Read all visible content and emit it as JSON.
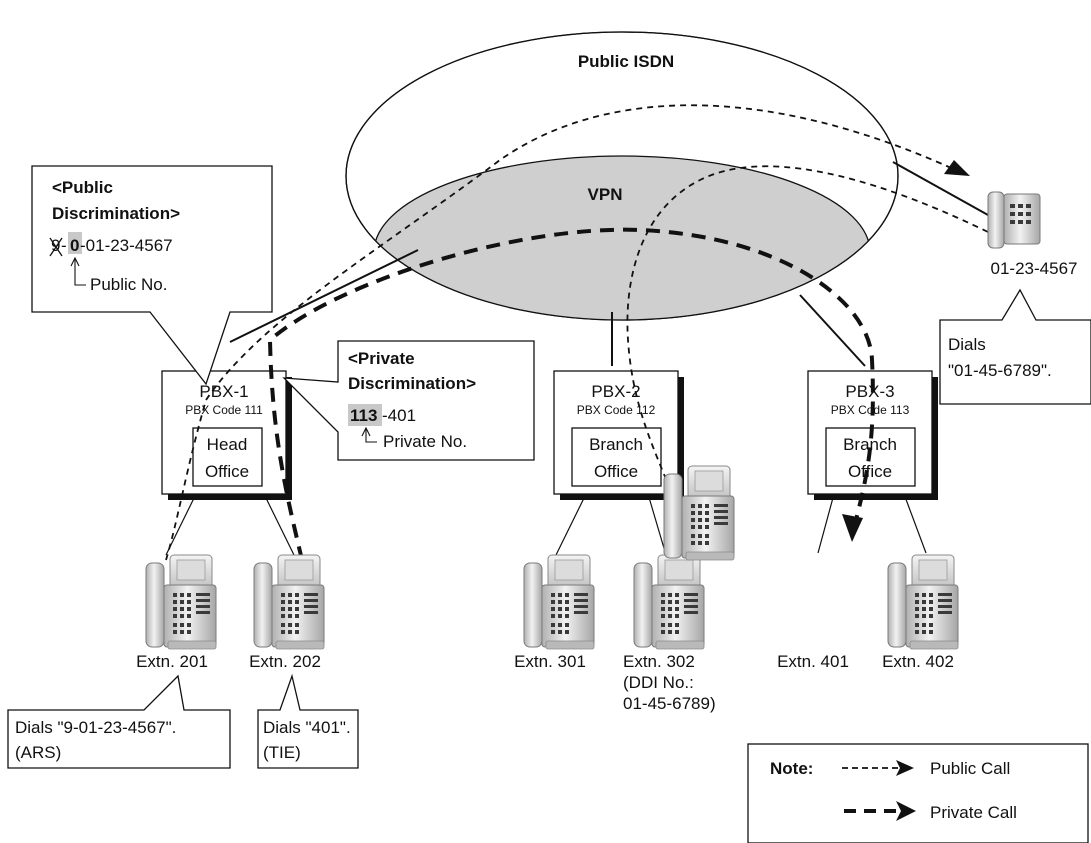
{
  "clouds": {
    "public_isdn_label": "Public ISDN",
    "vpn_label": "VPN"
  },
  "callouts": {
    "public_discrimination": {
      "title_line1": "<Public",
      "title_line2": "Discrimination>",
      "struck_digit": "9",
      "digit_bold": "0",
      "number_rest": "-01-23-4567",
      "arrow_label": "Public No."
    },
    "private_discrimination": {
      "title_line1": "<Private",
      "title_line2": "Discrimination>",
      "code_bold": "113",
      "number_rest": "-401",
      "arrow_label": "Private No."
    },
    "extn201": {
      "line1": "Dials \"9-01-23-4567\".",
      "line2": "(ARS)"
    },
    "extn202": {
      "line1": "Dials \"401\".",
      "line2": "(TIE)"
    },
    "external": {
      "line1": "Dials",
      "line2": "\"01-45-6789\"."
    }
  },
  "pbx": [
    {
      "name": "PBX-1",
      "code": "PBX Code 111",
      "office_line1": "Head",
      "office_line2": "Office"
    },
    {
      "name": "PBX-2",
      "code": "PBX Code 112",
      "office_line1": "Branch",
      "office_line2": "Office"
    },
    {
      "name": "PBX-3",
      "code": "PBX Code 113",
      "office_line1": "Branch",
      "office_line2": "Office"
    }
  ],
  "phones": {
    "external_number": "01-23-4567",
    "extn201": "Extn. 201",
    "extn202": "Extn. 202",
    "extn301": "Extn. 301",
    "extn302": "Extn. 302",
    "extn302_ddi_line1": "(DDI No.:",
    "extn302_ddi_line2": "01-45-6789)",
    "extn401": "Extn. 401",
    "extn402": "Extn. 402"
  },
  "legend": {
    "title": "Note:",
    "public_call": "Public Call",
    "private_call": "Private Call"
  },
  "colors": {
    "vpn_fill": "#cfcfcf",
    "highlight": "#c8c8c8",
    "line": "#111111"
  }
}
